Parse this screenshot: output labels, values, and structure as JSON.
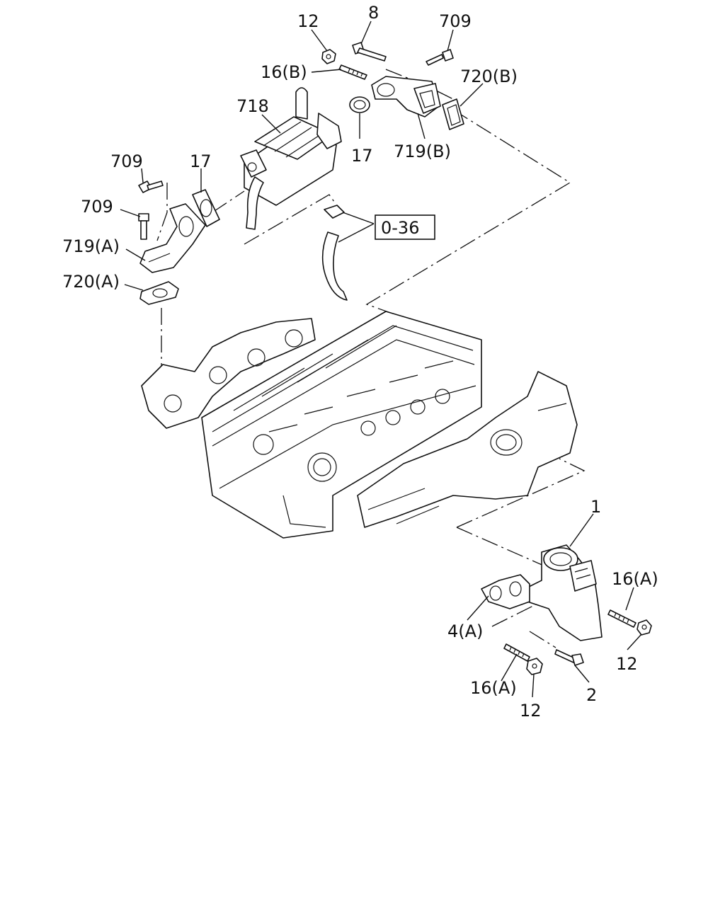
{
  "diagram": {
    "labels": {
      "l12_top": "12",
      "l8": "8",
      "l709_top": "709",
      "l16B": "16(B)",
      "l720B": "720(B)",
      "l718": "718",
      "l17_left": "17",
      "l17_mid": "17",
      "l719B": "719(B)",
      "l709_a": "709",
      "l709_b": "709",
      "l719A": "719(A)",
      "l720A": "720(A)",
      "l036": "0-36",
      "l1": "1",
      "l16A_right": "16(A)",
      "l4A": "4(A)",
      "l12_right": "12",
      "l16A_bottom": "16(A)",
      "l2": "2",
      "l12_bottom": "12"
    }
  }
}
